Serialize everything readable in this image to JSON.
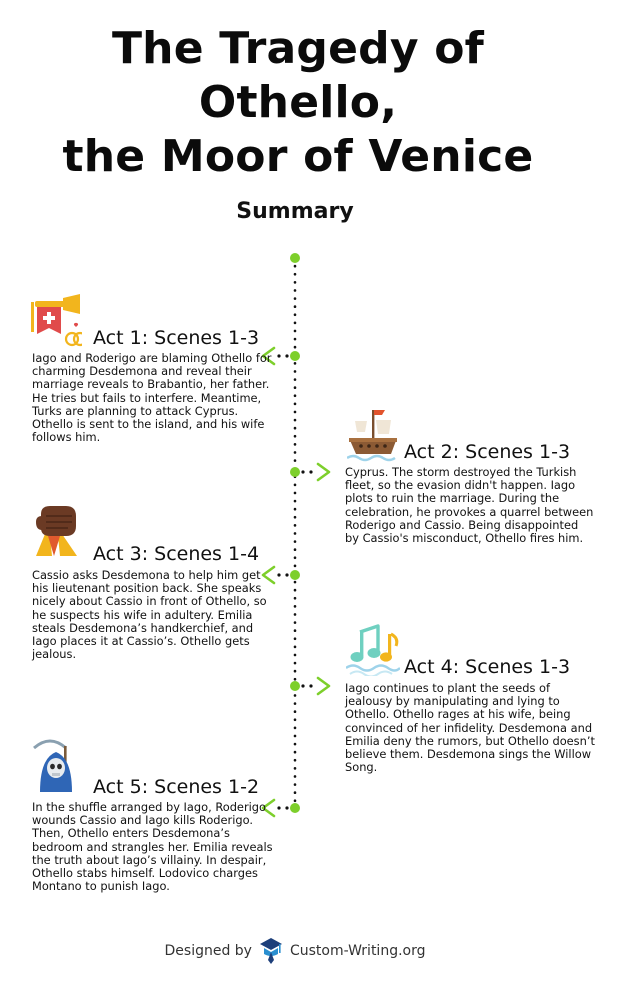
{
  "title_lines": [
    "The Tragedy of",
    "Othello,",
    "the Moor of Venice"
  ],
  "subtitle": "Summary",
  "acts": [
    {
      "heading": "Act 1: Scenes 1-3",
      "icon": "herald-trumpet-rings-icon",
      "text": "Iago and Roderigo are blaming Othello for charming Desdemona and reveal their marriage reveals to Brabantio, her father. He tries but fails to interfere. Meantime, Turks are planning to attack Cyprus. Othello is sent to the island, and his wife follows him."
    },
    {
      "heading": "Act 2: Scenes 1-3",
      "icon": "ship-icon",
      "text": "Cyprus. The storm destroyed the Turkish fleet, so the evasion didn't happen. Iago plots to ruin the marriage. During the celebration, he provokes a quarrel between Roderigo and Cassio. Being disappointed by Cassio's misconduct, Othello fires him."
    },
    {
      "heading": "Act 3: Scenes 1-4",
      "icon": "handkerchief-hand-icon",
      "text": "Cassio asks Desdemona to help him get his lieutenant position back. She speaks nicely about Cassio in front of Othello, so he suspects his wife in adultery. Emilia steals Desdemona’s handkerchief, and Iago places it at Cassio’s. Othello gets jealous."
    },
    {
      "heading": "Act 4: Scenes 1-3",
      "icon": "music-notes-icon",
      "text": "Iago continues to plant the seeds of jealousy by manipulating and lying to Othello. Othello rages at his wife, being convinced of her infidelity. Desdemona and Emilia deny the rumors, but Othello doesn’t believe them. Desdemona sings the Willow Song."
    },
    {
      "heading": "Act 5: Scenes 1-2",
      "icon": "grim-reaper-icon",
      "text": "In the shuffle arranged by Iago, Roderigo wounds Cassio and Iago kills Roderigo. Then, Othello enters Desdemona’s bedroom and strangles her. Emilia reveals the truth about Iago’s villainy. In despair, Othello stabs himself. Lodovico charges Montano to punish Iago."
    }
  ],
  "footer": {
    "designed_by": "Designed by",
    "brand": "Custom-Writing.org"
  },
  "colors": {
    "accent": "#7dcf2b",
    "dots": "#111111",
    "text": "#111111"
  }
}
